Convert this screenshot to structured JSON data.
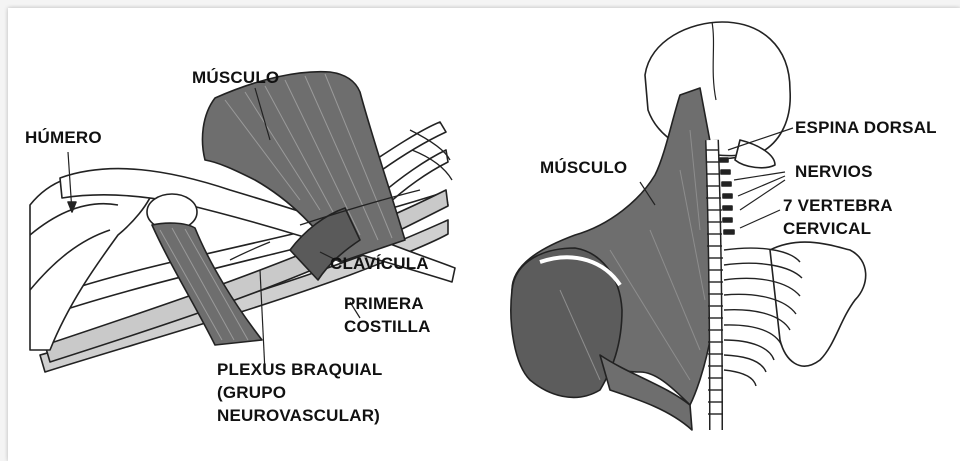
{
  "left_diagram": {
    "labels": {
      "musculo": "MÚSCULO",
      "humero": "HÚMERO",
      "clavicula": "CLAVÍCULA",
      "primera": "PRIMERA",
      "costilla": "COSTILLA",
      "plexus_line1": "PLEXUS BRAQUIAL",
      "plexus_line2": "(GRUPO",
      "plexus_line3": "NEUROVASCULAR)"
    }
  },
  "right_diagram": {
    "labels": {
      "musculo": "MÚSCULO",
      "espina_dorsal": "ESPINA DORSAL",
      "nervios": "NERVIOS",
      "vertebra_line1": "7 VERTEBRA",
      "vertebra_line2": "CERVICAL"
    }
  },
  "colors": {
    "muscle": "#6e6e6e",
    "muscle_dark": "#4a4a4a",
    "bone": "#ffffff",
    "line": "#222222"
  }
}
